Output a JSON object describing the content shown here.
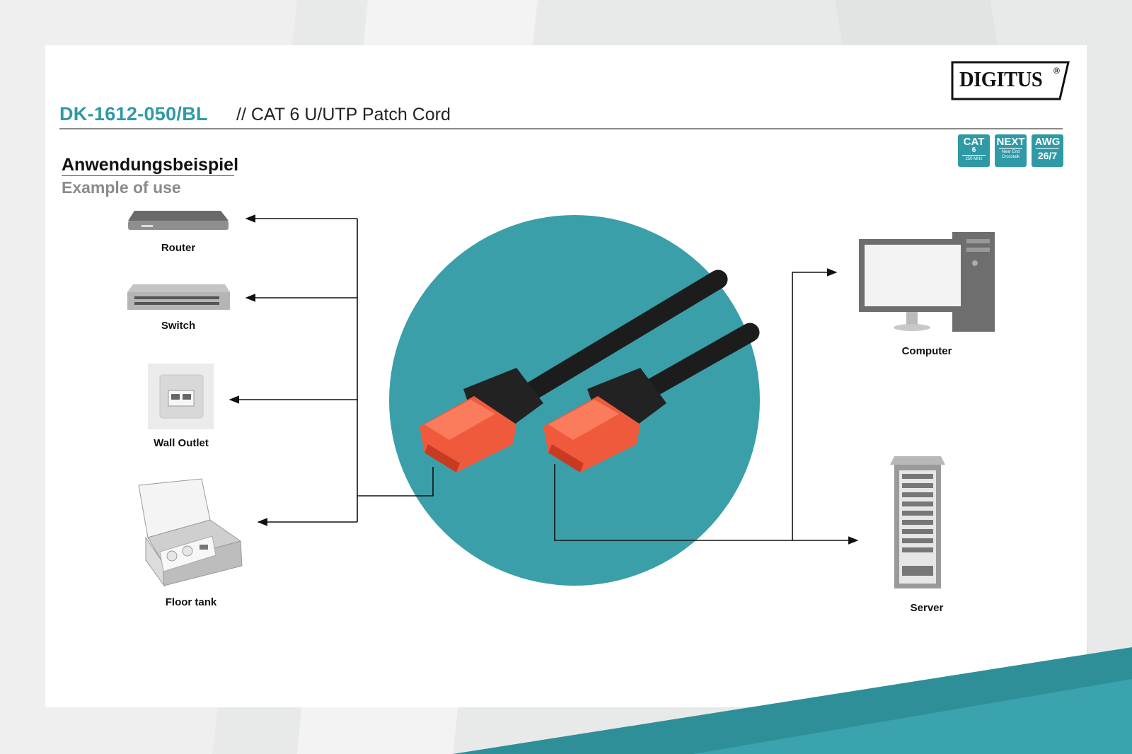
{
  "header": {
    "product_code": "DK-1612-050/BL",
    "product_desc": "// CAT 6 U/UTP Patch Cord"
  },
  "brand": {
    "name": "DIGITUS",
    "registered": "®"
  },
  "badges": [
    {
      "top": "CAT",
      "value": "6",
      "sub": "250 MHz"
    },
    {
      "top": "NEXT",
      "sub": "Near End",
      "sub2": "Crosstalk"
    },
    {
      "top": "AWG",
      "value": "26/7"
    }
  ],
  "section": {
    "title_de": "Anwendungsbeispiel",
    "title_en": "Example of use"
  },
  "devices_left": [
    {
      "label": "Router"
    },
    {
      "label": "Switch"
    },
    {
      "label": "Wall Outlet"
    },
    {
      "label": "Floor tank"
    }
  ],
  "devices_right": [
    {
      "label": "Computer"
    },
    {
      "label": "Server"
    }
  ],
  "colors": {
    "accent": "#2f9aa6",
    "circle": "#3a9fa9",
    "connector": "#ee5a3c",
    "cable": "#1e1e1e"
  }
}
